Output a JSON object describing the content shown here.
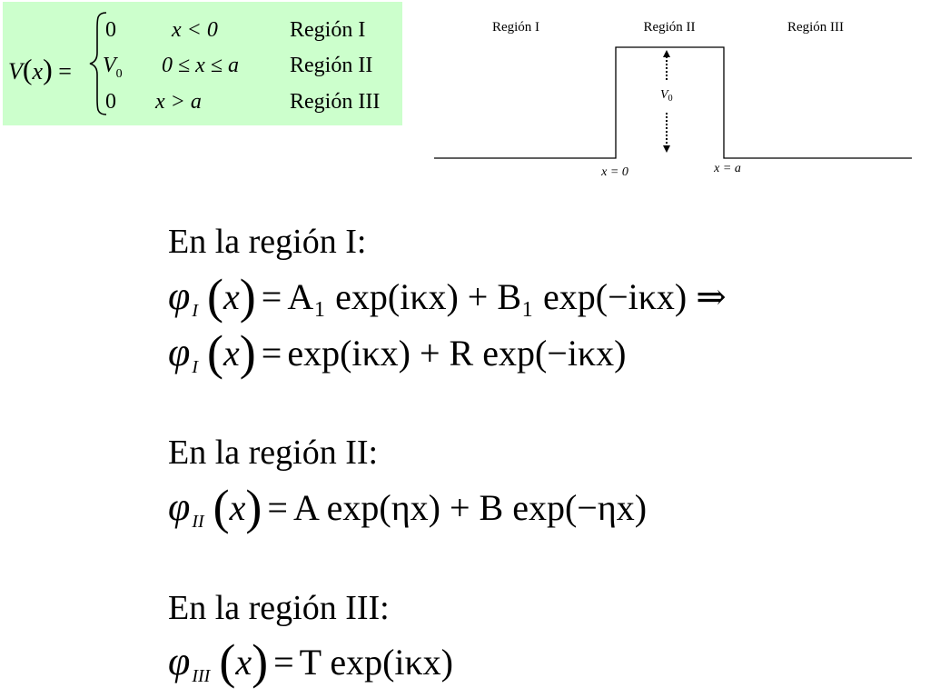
{
  "potential": {
    "lhs": "V",
    "lhs_arg": "x",
    "equals": "=",
    "cases": [
      {
        "value": "0",
        "condition": "x < 0",
        "region": "Región I"
      },
      {
        "value": "V",
        "value_sub": "0",
        "condition": "0 ≤ x ≤ a",
        "region": "Región II"
      },
      {
        "value": "0",
        "condition": "x > a",
        "region": "Región III"
      }
    ],
    "colors": {
      "box_background": "#ccffcc"
    }
  },
  "diagram": {
    "region_labels": [
      "Región I",
      "Región II",
      "Región III"
    ],
    "barrier_height_label": "V",
    "barrier_height_sub": "0",
    "x_left_label": "x = 0",
    "x_right_label": "x = a"
  },
  "equations": {
    "region1": {
      "heading": "En la región I:",
      "eq1": {
        "phi_sub": "I",
        "rhs": "A₁ exp(iκx) + B₁ exp(−iκx) ⇒"
      },
      "eq2": {
        "phi_sub": "I",
        "rhs": "exp(iκx) + R exp(−iκx)"
      }
    },
    "region2": {
      "heading": "En la región II:",
      "eq1": {
        "phi_sub": "II",
        "rhs": "A exp(ηx) + B exp(−ηx)"
      }
    },
    "region3": {
      "heading": "En la región III:",
      "eq1": {
        "phi_sub": "III",
        "rhs": "T exp(iκx)"
      }
    }
  }
}
